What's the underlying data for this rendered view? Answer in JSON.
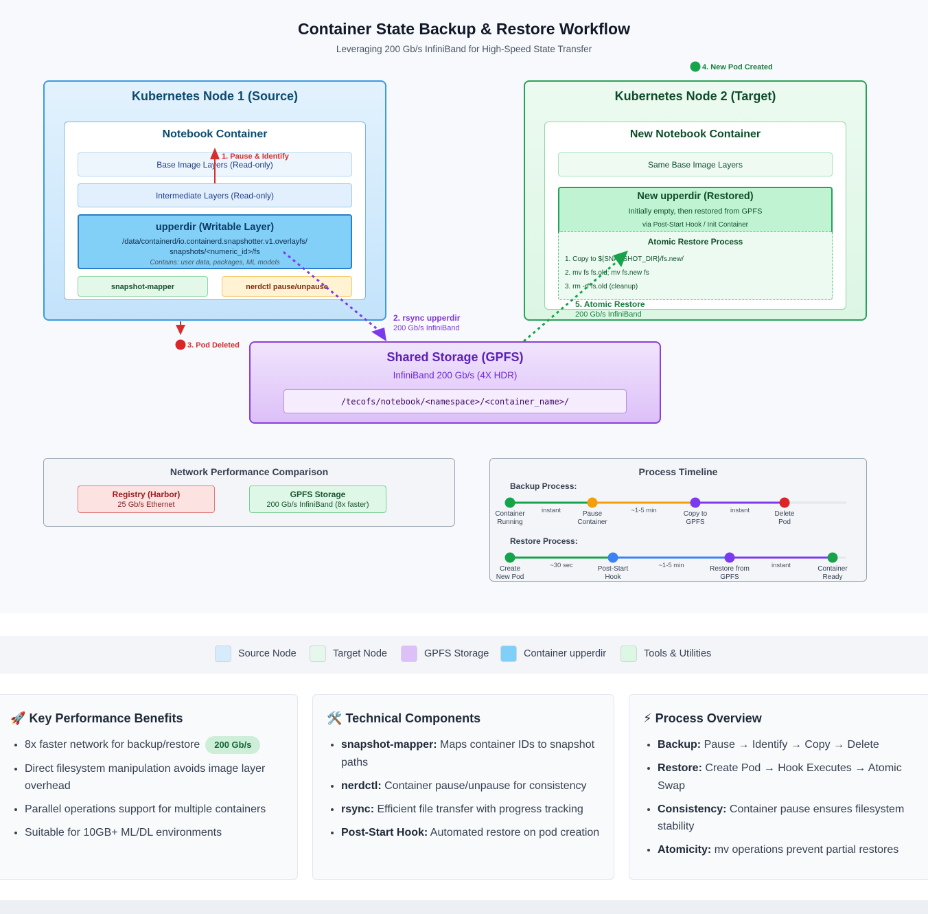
{
  "title": "Container State Backup & Restore Workflow",
  "subtitle": "Leveraging 200 Gb/s InfiniBand for High-Speed State Transfer",
  "node1": {
    "title": "Kubernetes Node 1 (Source)",
    "container_title": "Notebook Container",
    "base_layers": "Base Image Layers (Read-only)",
    "intermediate_layers": "Intermediate Layers (Read-only)",
    "upperdir_title": "upperdir (Writable Layer)",
    "upperdir_path1": "/data/containerd/io.containerd.snapshotter.v1.overlayfs/",
    "upperdir_path2": "snapshots/<numeric_id>/fs",
    "upperdir_contents": "Contains: user data, packages, ML models",
    "tool1": "snapshot-mapper",
    "tool2": "nerdctl pause/unpause"
  },
  "node2": {
    "title": "Kubernetes Node 2 (Target)",
    "container_title": "New Notebook Container",
    "base_layers": "Same Base Image Layers",
    "upper_title": "New upperdir (Restored)",
    "upper_desc": "Initially empty, then restored from GPFS",
    "upper_hook": "via Post-Start Hook / Init Container",
    "restore_title": "Atomic Restore Process",
    "restore_steps": [
      "1. Copy to ${SNAPSHOT_DIR}/fs.new/",
      "2. mv fs fs.old; mv fs.new fs",
      "3. rm -rf fs.old (cleanup)"
    ]
  },
  "storage": {
    "title": "Shared Storage (GPFS)",
    "subtitle": "InfiniBand 200 Gb/s (4X HDR)",
    "path": "/tecofs/notebook/<namespace>/<container_name>/"
  },
  "steps": {
    "s1": "1. Pause & Identify",
    "s2": "2. rsync upperdir",
    "s2_sub": "200 Gb/s InfiniBand",
    "s3": "3. Pod Deleted",
    "s4": "4. New Pod Created",
    "s5": "5. Atomic Restore",
    "s5_sub": "200 Gb/s InfiniBand"
  },
  "network": {
    "title": "Network Performance Comparison",
    "registry_title": "Registry (Harbor)",
    "registry_speed": "25 Gb/s Ethernet",
    "gpfs_title": "GPFS Storage",
    "gpfs_speed": "200 Gb/s InfiniBand (8x faster)"
  },
  "timeline": {
    "title": "Process Timeline",
    "backup_label": "Backup Process:",
    "backup_points": [
      {
        "l1": "Container",
        "l2": "Running",
        "color": "#16a34a"
      },
      {
        "l1": "Pause",
        "l2": "Container",
        "color": "#f59e0b"
      },
      {
        "l1": "Copy to",
        "l2": "GPFS",
        "color": "#7c3aed"
      },
      {
        "l1": "Delete",
        "l2": "Pod",
        "color": "#dc2626"
      }
    ],
    "backup_durations": [
      "instant",
      "~1-5 min",
      "instant"
    ],
    "restore_label": "Restore Process:",
    "restore_points": [
      {
        "l1": "Create",
        "l2": "New Pod",
        "color": "#16a34a"
      },
      {
        "l1": "Post-Start",
        "l2": "Hook",
        "color": "#3b82f6"
      },
      {
        "l1": "Restore from",
        "l2": "GPFS",
        "color": "#7c3aed"
      },
      {
        "l1": "Container",
        "l2": "Ready",
        "color": "#16a34a"
      }
    ],
    "restore_durations": [
      "~30 sec",
      "~1-5 min",
      "instant"
    ]
  },
  "legend": [
    {
      "label": "Source Node",
      "color": "#d6ebfb"
    },
    {
      "label": "Target Node",
      "color": "#e6f8ec"
    },
    {
      "label": "GPFS Storage",
      "color": "#dcc0f8"
    },
    {
      "label": "Container upperdir",
      "color": "#7fcff7"
    },
    {
      "label": "Tools & Utilities",
      "color": "#dcf7e4"
    }
  ],
  "cards": {
    "benefits": {
      "icon": "🚀",
      "title": "Key Performance Benefits",
      "items": [
        "8x faster network for backup/restore",
        "Direct filesystem manipulation avoids image layer overhead",
        "Parallel operations support for multiple containers",
        "Suitable for 10GB+ ML/DL environments"
      ],
      "badge": "200 Gb/s"
    },
    "components": {
      "icon": "🛠️",
      "title": "Technical Components",
      "items": [
        {
          "k": "snapshot-mapper:",
          "v": "Maps container IDs to snapshot paths"
        },
        {
          "k": "nerdctl:",
          "v": "Container pause/unpause for consistency"
        },
        {
          "k": "rsync:",
          "v": "Efficient file transfer with progress tracking"
        },
        {
          "k": "Post-Start Hook:",
          "v": "Automated restore on pod creation"
        }
      ]
    },
    "overview": {
      "icon": "⚡",
      "title": "Process Overview",
      "items": [
        {
          "k": "Backup:",
          "v": "Pause → Identify → Copy → Delete"
        },
        {
          "k": "Restore:",
          "v": "Create Pod → Hook Executes → Atomic Swap"
        },
        {
          "k": "Consistency:",
          "v": "Container pause ensures filesystem stability"
        },
        {
          "k": "Atomicity:",
          "v": "mv operations prevent partial restores"
        }
      ]
    }
  }
}
